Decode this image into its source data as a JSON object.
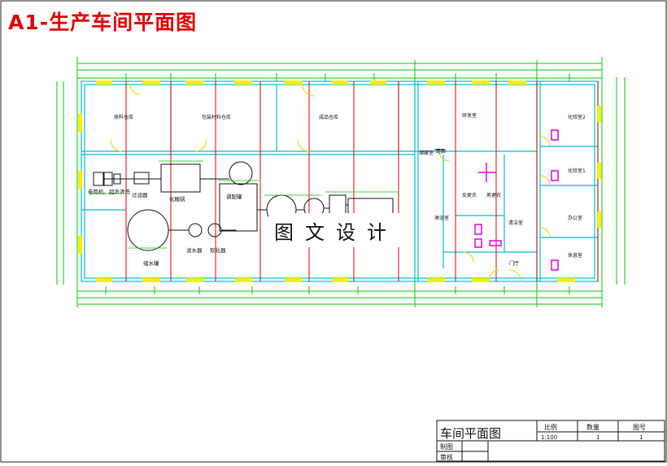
{
  "drawing_title": "A1-生产车间平面图",
  "watermark": "图文设计",
  "rooms": {
    "r1": "原料仓库",
    "r2": "包装材料仓库",
    "r3": "成品仓库",
    "r4": "研发室",
    "r5": "化验室2",
    "r6": "化验室1",
    "r7": "办公室",
    "r8": "休息室",
    "r9": "储藏室",
    "r10": "女更衣",
    "r11": "男更衣",
    "r12": "淋浴室",
    "r13": "清洁室",
    "r14": "走廊",
    "r15": "门厅"
  },
  "equipment": {
    "e1": "卷筒机、超声清洗",
    "e2": "过滤器",
    "e3": "化糖锅",
    "e4": "调配罐",
    "e5": "储水罐",
    "e6": "滤水器",
    "e7": "软化器"
  },
  "title_block": {
    "name": "车间平面图",
    "scale_label": "比例",
    "scale_value": "1:100",
    "qty_label": "数量",
    "qty_value": "1",
    "no_label": "图号",
    "no_value": "1",
    "drawn_label": "制图",
    "checked_label": "审核"
  }
}
